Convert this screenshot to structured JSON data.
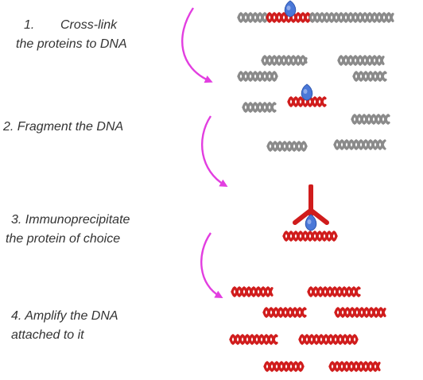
{
  "steps": [
    {
      "number": "1.",
      "text_line1": "Cross-link",
      "text_line2": "the proteins to DNA"
    },
    {
      "text": "2. Fragment the DNA"
    },
    {
      "text_line1": "3. Immunoprecipitate",
      "text_line2": "the protein of choice"
    },
    {
      "text_line1": "4. Amplify the DNA",
      "text_line2": "attached to it"
    }
  ],
  "colors": {
    "dna_gray": "#8a8a8a",
    "dna_red": "#d01c1c",
    "protein_blue": "#4a78d8",
    "arrow_magenta": "#e23ee0",
    "text": "#333333"
  },
  "icons": {
    "protein": "blue-protein-blob",
    "antibody": "red-antibody",
    "arrow": "curved-arrow"
  }
}
